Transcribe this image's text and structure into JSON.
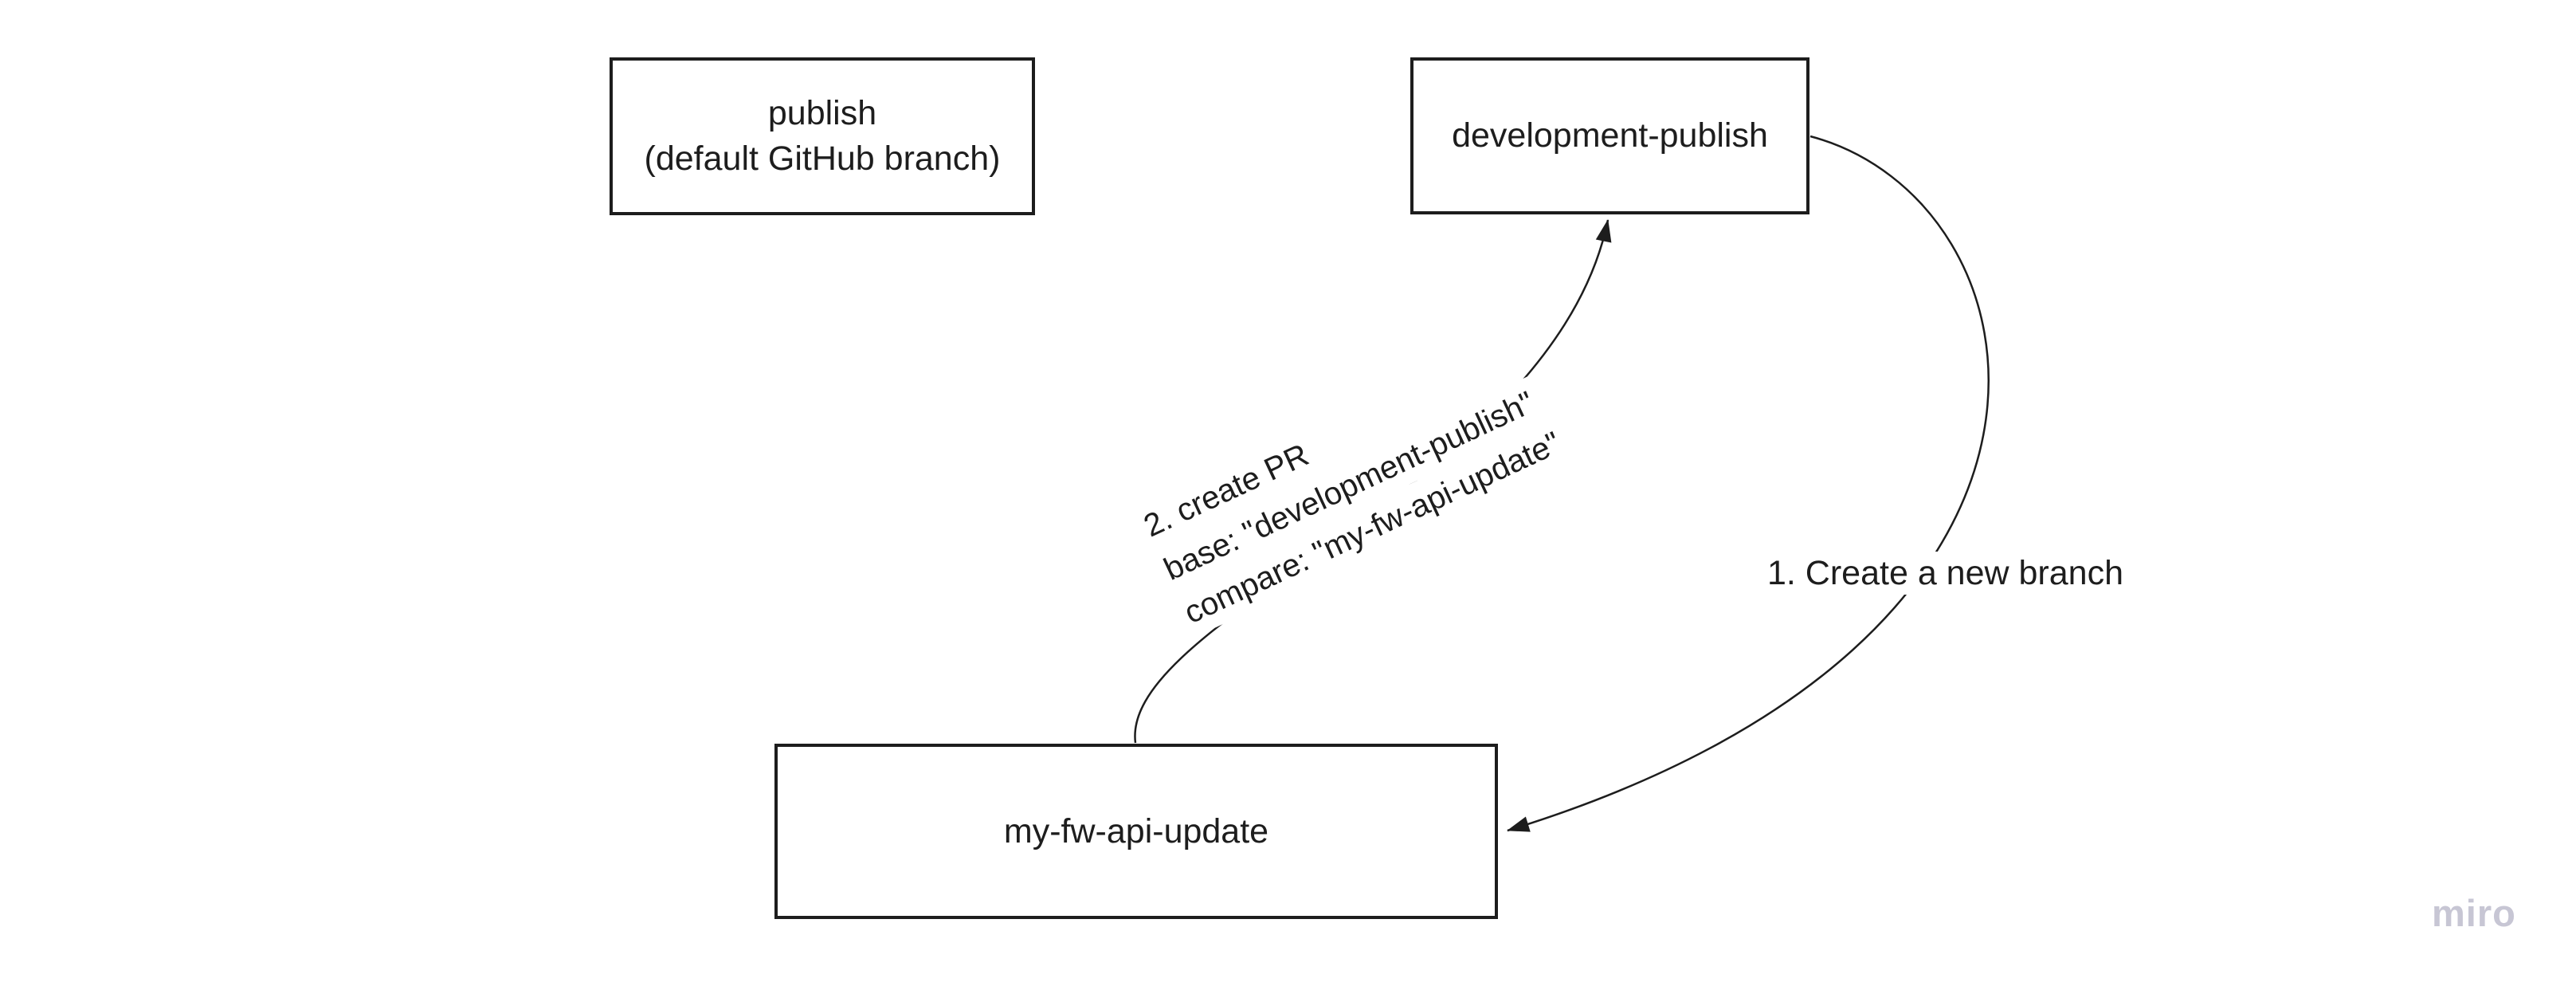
{
  "board": {
    "background": "#ffffff",
    "ink_color": "#1d1d1d",
    "watermark": {
      "text": "miro",
      "color": "#c7c6d4"
    }
  },
  "nodes": {
    "publish": {
      "line1": "publish",
      "line2": "(default GitHub branch)"
    },
    "development_publish": {
      "label": "development-publish"
    },
    "my_fw_api_update": {
      "label": "my-fw-api-update"
    }
  },
  "connectors": {
    "create_branch": {
      "label": "1. Create a new branch",
      "from": "development-publish",
      "to": "my-fw-api-update"
    },
    "create_pr": {
      "line1": "2. create PR",
      "line2": "base: \"development-publish\"",
      "line3": "compare: \"my-fw-api-update\"",
      "from": "my-fw-api-update",
      "to": "development-publish"
    }
  }
}
